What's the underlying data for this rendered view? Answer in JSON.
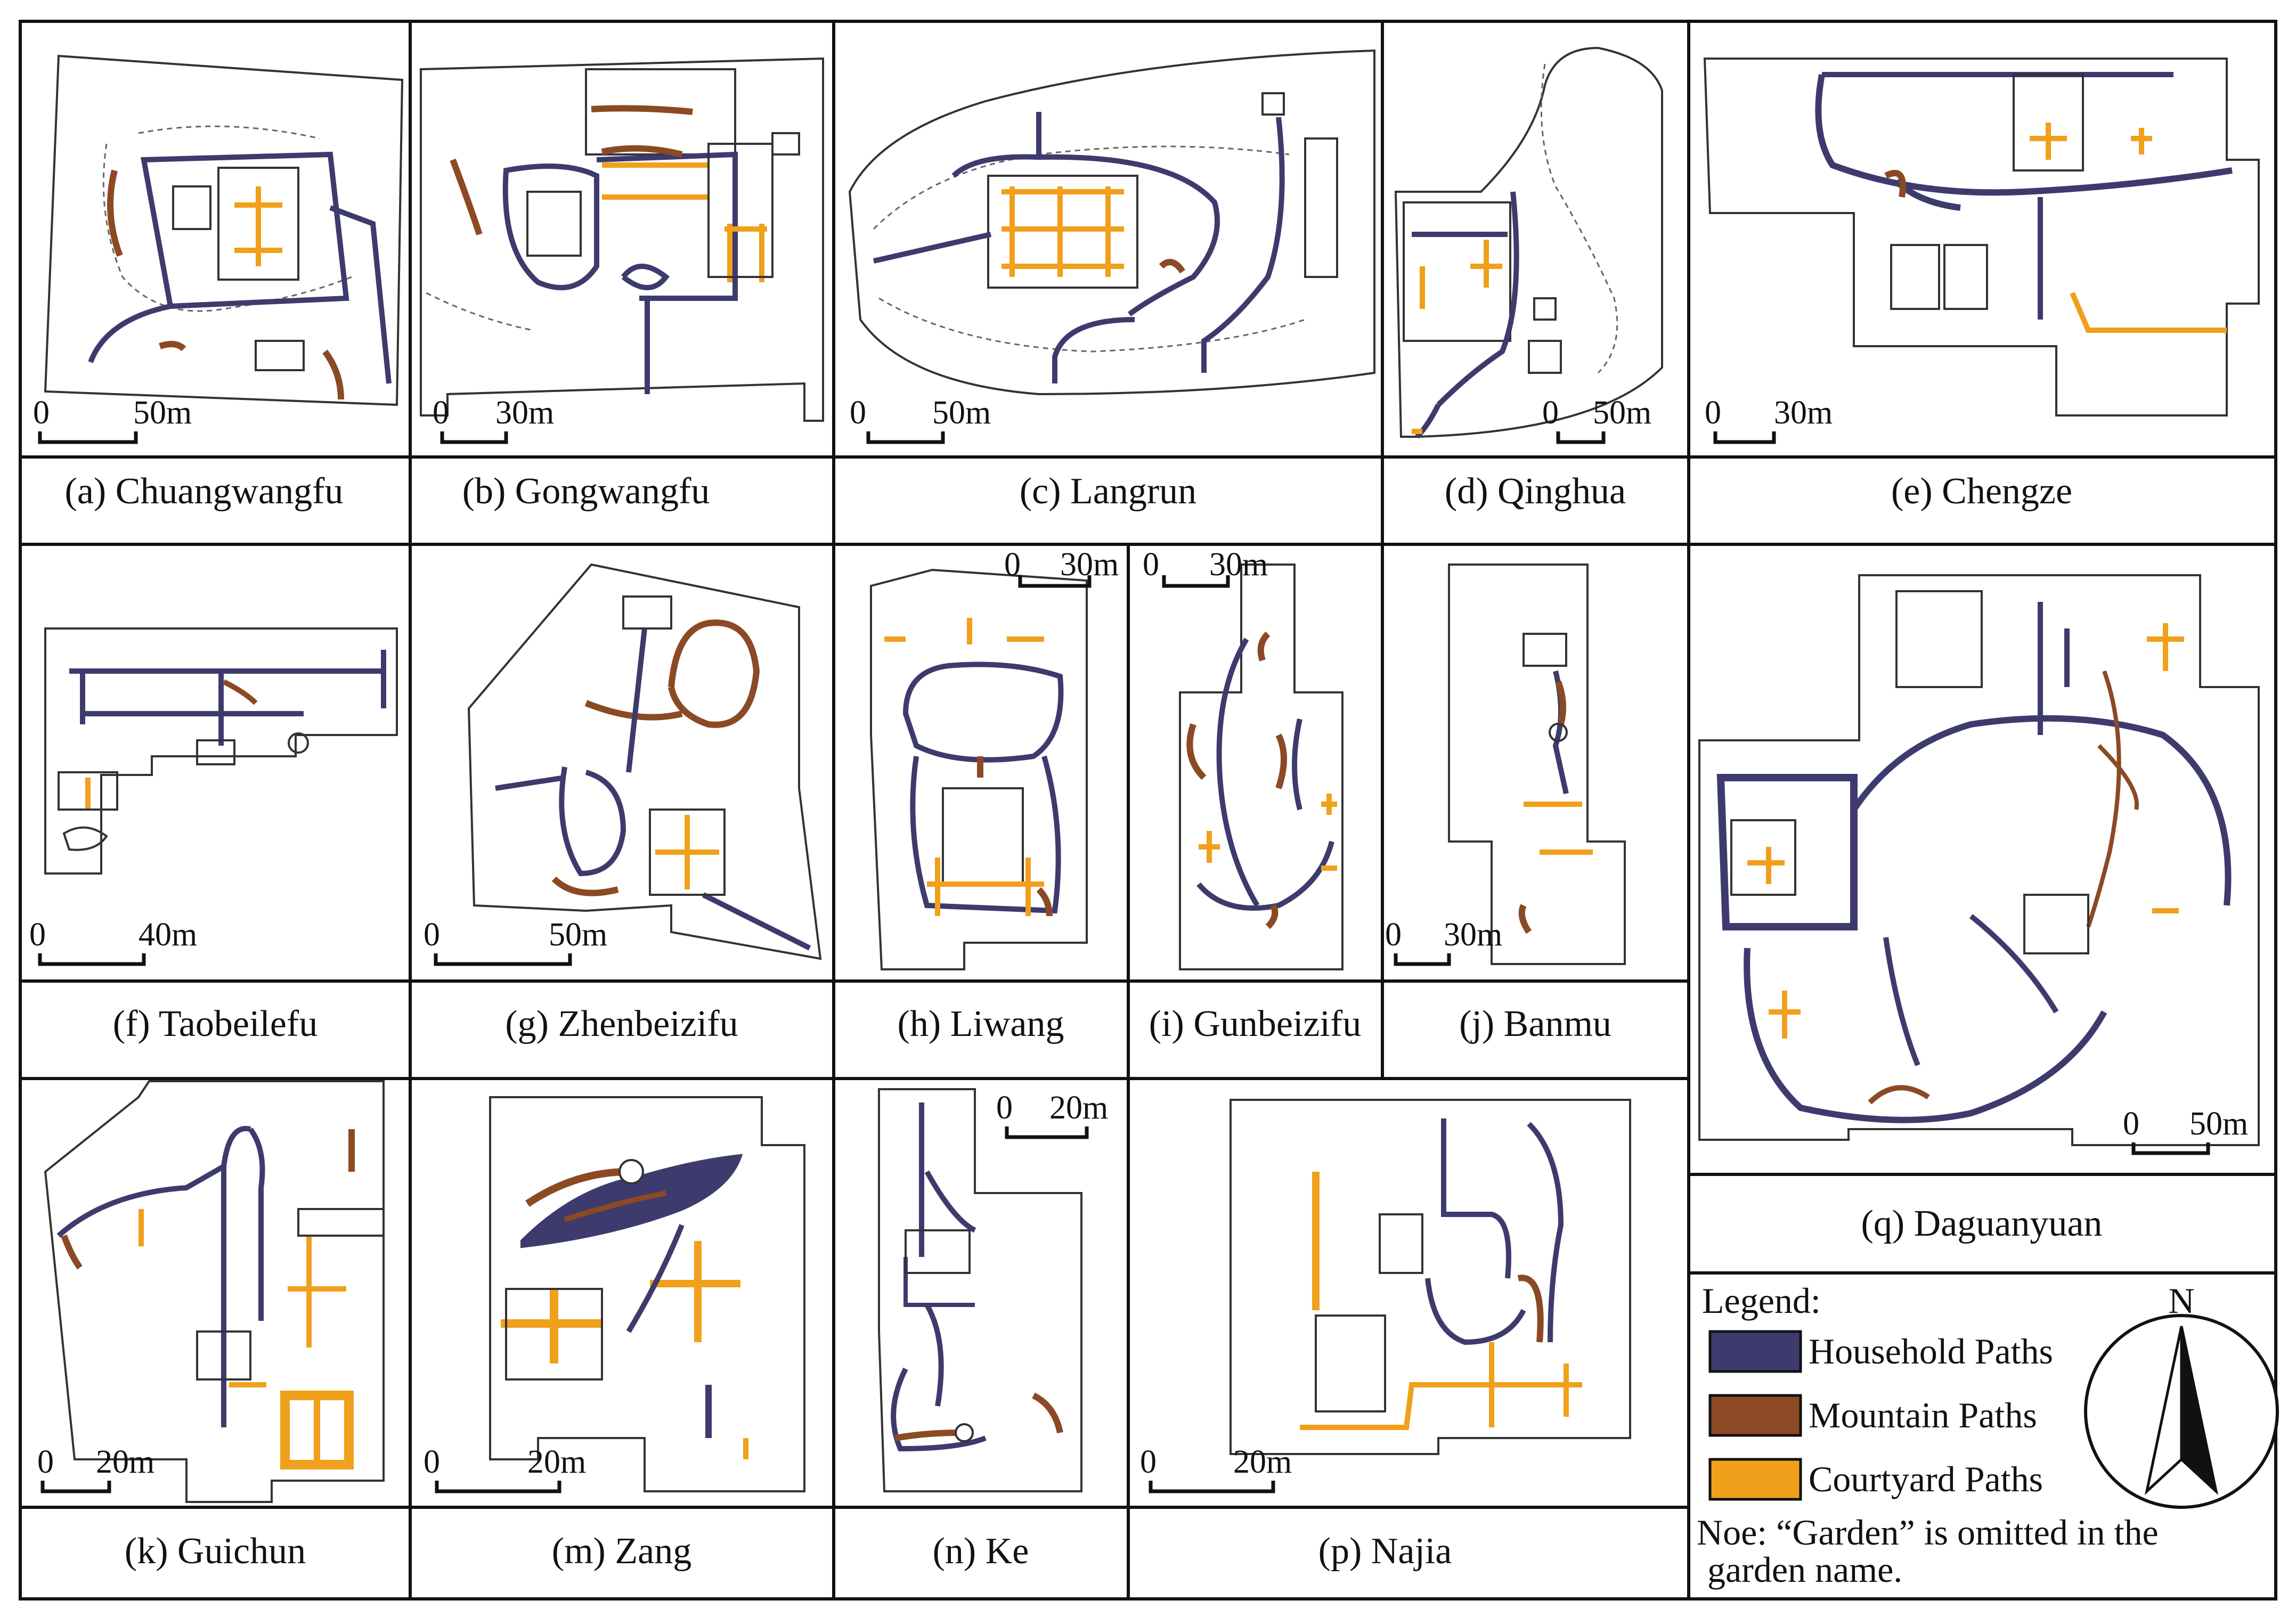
{
  "colors": {
    "household": "#3d3b6e",
    "mountain": "#8b4a24",
    "courtyard": "#f0a01b",
    "outline": "#333333",
    "dashed": "#555555"
  },
  "panels": [
    {
      "id": "a",
      "caption": "(a) Chuangwangfu",
      "scale": "50m"
    },
    {
      "id": "b",
      "caption": "(b) Gongwangfu",
      "scale": "30m"
    },
    {
      "id": "c",
      "caption": "(c) Langrun",
      "scale": "50m"
    },
    {
      "id": "d",
      "caption": "(d) Qinghua",
      "scale": "50m"
    },
    {
      "id": "e",
      "caption": "(e) Chengze",
      "scale": "30m"
    },
    {
      "id": "f",
      "caption": "(f) Taobeilefu",
      "scale": "40m"
    },
    {
      "id": "g",
      "caption": "(g) Zhenbeizifu",
      "scale": "50m"
    },
    {
      "id": "h",
      "caption": "(h) Liwang",
      "scale": "30m"
    },
    {
      "id": "i",
      "caption": "(i) Gunbeizifu",
      "scale": "30m"
    },
    {
      "id": "j",
      "caption": "(j) Banmu",
      "scale": "30m"
    },
    {
      "id": "q",
      "caption": "(q) Daguanyuan",
      "scale": "50m"
    },
    {
      "id": "k",
      "caption": "(k) Guichun",
      "scale": "20m"
    },
    {
      "id": "m",
      "caption": "(m) Zang",
      "scale": "20m"
    },
    {
      "id": "n",
      "caption": "(n) Ke",
      "scale": "20m"
    },
    {
      "id": "p",
      "caption": "(p) Najia",
      "scale": "20m"
    }
  ],
  "scale_zero": "0",
  "legend": {
    "title": "Legend:",
    "items": [
      "Household Paths",
      "Mountain Paths",
      "Courtyard Paths"
    ],
    "north": "N",
    "note_line1": "Noe: “Garden” is omitted in the",
    "note_line2": "garden name."
  }
}
